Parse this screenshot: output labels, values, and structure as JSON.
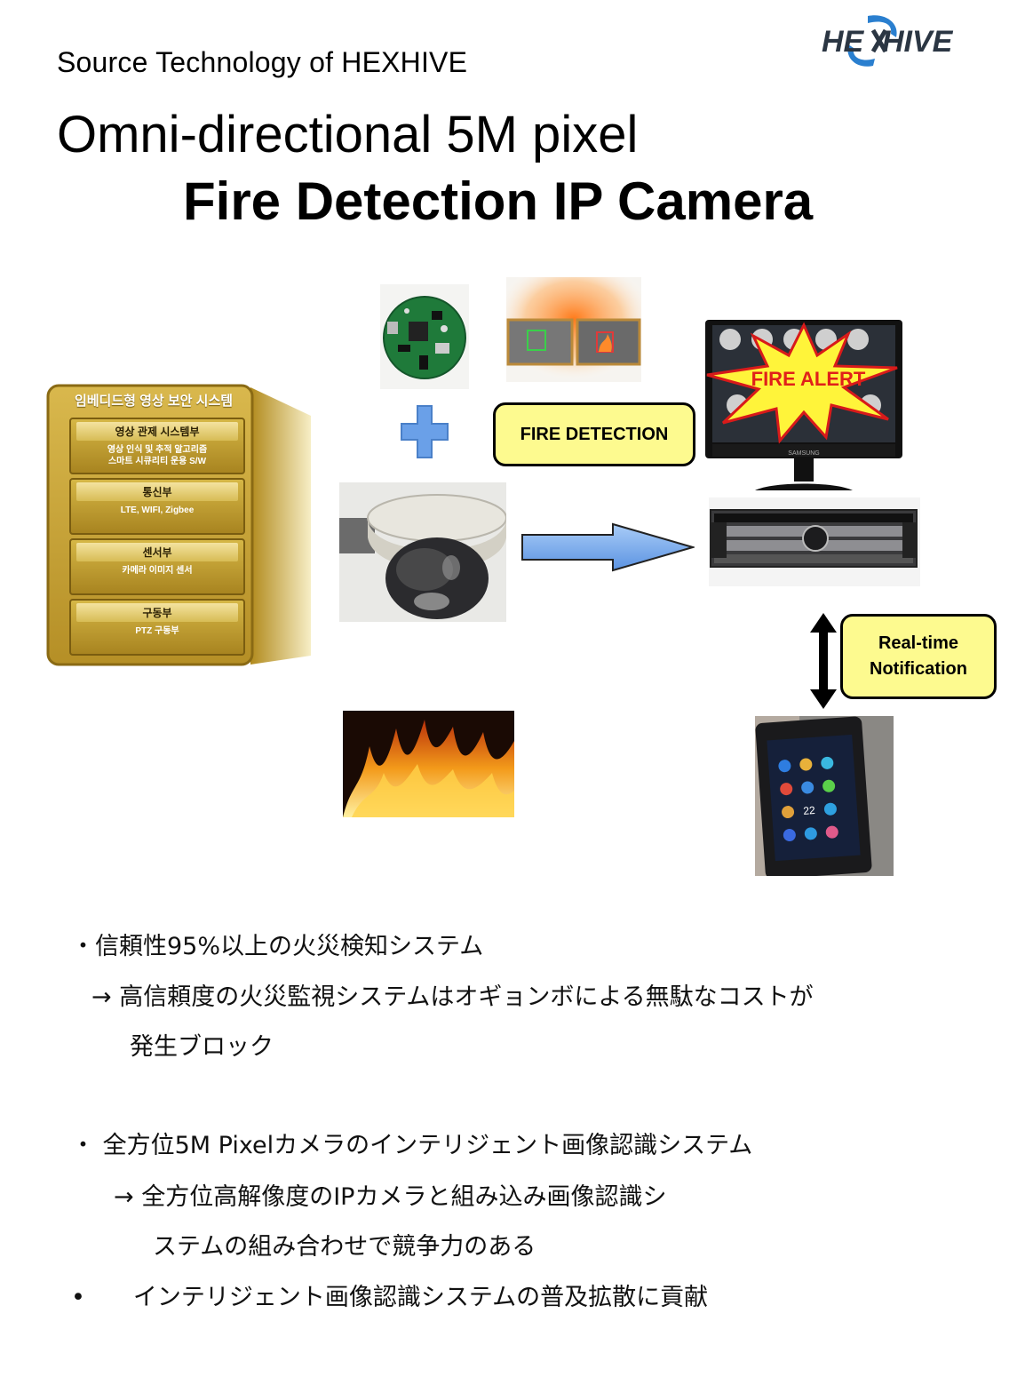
{
  "header": {
    "subtitle": "Source Technology of HEXHIVE",
    "title_line1": "Omni-directional 5M pixel",
    "title_line2": "Fire Detection IP Camera",
    "logo_text": "HEXHIVE"
  },
  "system_diagram": {
    "title": "임베디드형 영상 보안 시스템",
    "sections": [
      {
        "head": "영상 관제 시스템부",
        "body": "영상 인식 및 추적 알고리즘\n스마트 시큐리티 운용 S/W"
      },
      {
        "head": "통신부",
        "body": "LTE, WIFI, Zigbee"
      },
      {
        "head": "센서부",
        "body": "카메라 이미지 센서"
      },
      {
        "head": "구동부",
        "body": "PTZ 구동부"
      }
    ]
  },
  "callouts": {
    "fire_detection": "FIRE DETECTION",
    "fire_alert": "FIRE ALERT",
    "notification": "Real-time\nNotification"
  },
  "monitor": {
    "brand": "SAMSUNG"
  },
  "phone": {
    "clock": "22"
  },
  "bullets": {
    "line1": "・信頼性95%以上の火災検知システム",
    "line2": "→ 高信頼度の火災監視システムはオギョンボによる無駄なコストが",
    "line3": "発生ブロック",
    "line4": "・ 全方位5M Pixelカメラのインテリジェント画像認識システム",
    "line5": "→ 全方位高解像度のIPカメラと組み込み画像認識シ",
    "line6": "ステムの組み合わせで競争力のある",
    "line7": "•　　インテリジェント画像認識システムの普及拡散に貢献"
  },
  "colors": {
    "callout_fill": "#fdfa8f",
    "arrow_blue": "#6aa0e8",
    "gold": "#c9a537",
    "alert_red": "#e0201a",
    "alert_yellow": "#fff43a"
  }
}
